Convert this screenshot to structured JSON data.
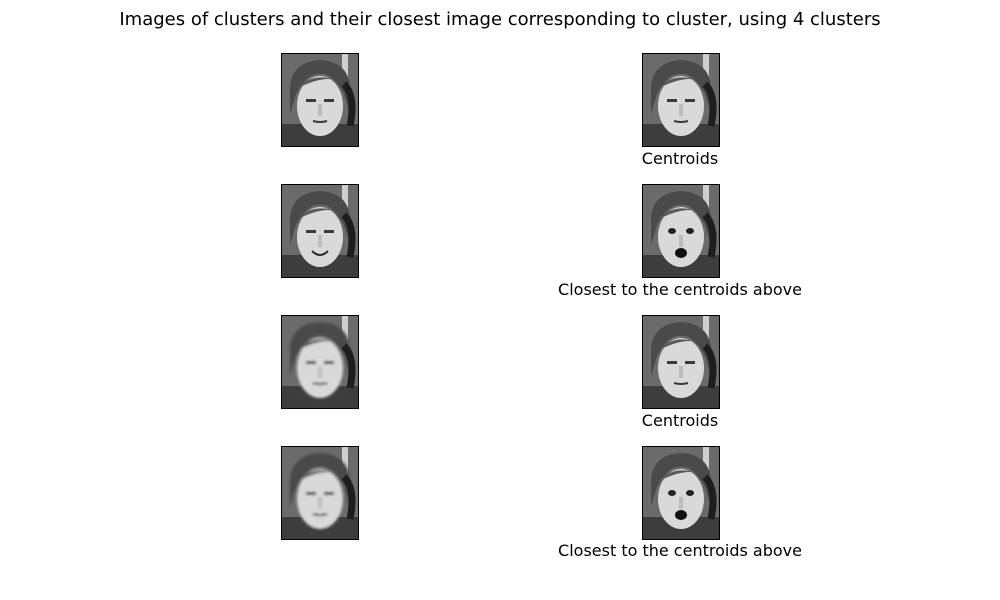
{
  "figure": {
    "title": "Images of clusters and their closest image corresponding to cluster, using 4 clusters"
  },
  "panels": {
    "left": [
      {
        "expression": "neutral"
      },
      {
        "expression": "smile"
      },
      {
        "expression": "blurred"
      },
      {
        "expression": "neutral-blurred"
      }
    ],
    "right": [
      {
        "expression": "neutral",
        "caption": "Centroids"
      },
      {
        "expression": "surprised",
        "caption": "Closest to the centroids above"
      },
      {
        "expression": "neutral",
        "caption": "Centroids"
      },
      {
        "expression": "surprised",
        "caption": "Closest to the centroids above"
      }
    ]
  }
}
